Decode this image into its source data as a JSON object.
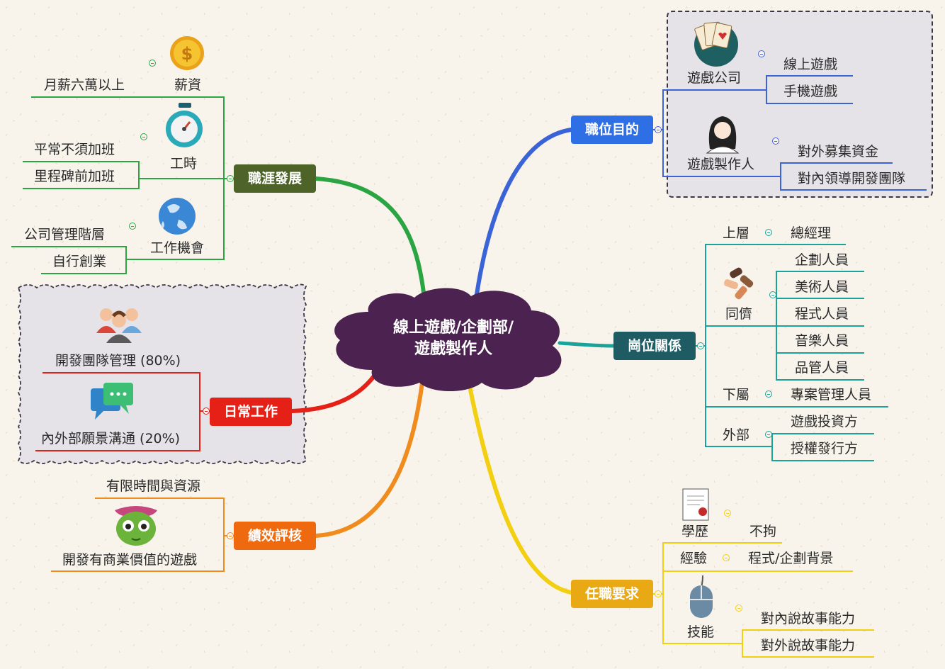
{
  "central": {
    "line1": "線上遊戲/企劃部/",
    "line2": "遊戲製作人"
  },
  "colors": {
    "central": "#4c2350",
    "career": "#4d6328",
    "daily": "#e52016",
    "performance": "#ef6a0f",
    "purpose": "#2f6fe6",
    "relations": "#1f5b62",
    "requirements": "#e8a915",
    "career_line": "#2aa542",
    "purpose_line": "#3b63d8",
    "relations_line": "#1aa39a",
    "req_line": "#f2cf10",
    "perf_line": "#f08c1d",
    "daily_line": "#e52016"
  },
  "branches": {
    "career": {
      "title": "職涯發展",
      "salary": {
        "label": "薪資",
        "icon": "dollar-coin-icon",
        "items": [
          "月薪六萬以上"
        ]
      },
      "hours": {
        "label": "工時",
        "icon": "stopwatch-icon",
        "items": [
          "平常不須加班",
          "里程碑前加班"
        ]
      },
      "opportunity": {
        "label": "工作機會",
        "icon": "globe-icon",
        "items": [
          "公司管理階層",
          "自行創業"
        ]
      }
    },
    "daily": {
      "title": "日常工作",
      "items": [
        {
          "label": "開發團隊管理 (80%)",
          "icon": "team-people-icon"
        },
        {
          "label": "內外部願景溝通 (20%)",
          "icon": "chat-bubbles-icon"
        }
      ]
    },
    "performance": {
      "title": "績效評核",
      "items": [
        "有限時間與資源",
        "開發有商業價值的遊戲"
      ],
      "icon": "green-monster-icon"
    },
    "purpose": {
      "title": "職位目的",
      "company": {
        "label": "遊戲公司",
        "icon": "playing-cards-icon",
        "items": [
          "線上遊戲",
          "手機遊戲"
        ]
      },
      "producer": {
        "label": "遊戲製作人",
        "icon": "woman-avatar-icon",
        "items": [
          "對外募集資金",
          "對內領導開發團隊"
        ]
      }
    },
    "relations": {
      "title": "崗位關係",
      "upper": {
        "label": "上層",
        "items": [
          "總經理"
        ]
      },
      "peers": {
        "label": "同儕",
        "icon": "joined-hands-icon",
        "items": [
          "企劃人員",
          "美術人員",
          "程式人員",
          "音樂人員",
          "品管人員"
        ]
      },
      "lower": {
        "label": "下屬",
        "items": [
          "專案管理人員"
        ]
      },
      "external": {
        "label": "外部",
        "items": [
          "遊戲投資方",
          "授權發行方"
        ]
      }
    },
    "requirements": {
      "title": "任職要求",
      "education": {
        "label": "學歷",
        "icon": "certificate-icon",
        "items": [
          "不拘"
        ]
      },
      "experience": {
        "label": "經驗",
        "items": [
          "程式/企劃背景"
        ]
      },
      "skills": {
        "label": "技能",
        "icon": "mouse-icon",
        "items": [
          "對內說故事能力",
          "對外說故事能力"
        ]
      }
    }
  }
}
